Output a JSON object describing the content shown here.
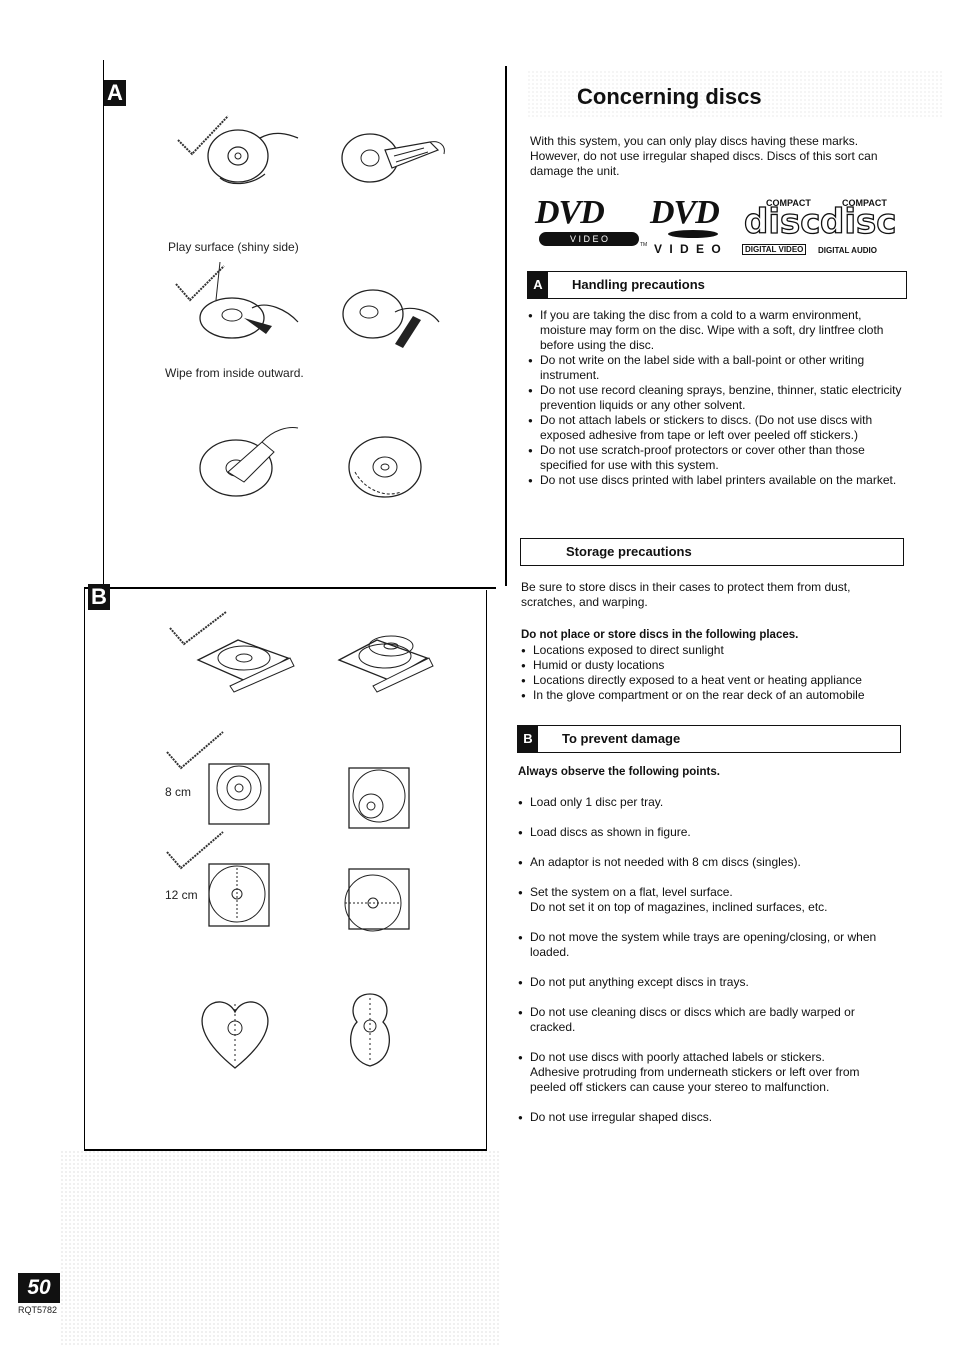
{
  "title": "Concerning discs",
  "intro": "With this system, you can only play discs having these marks. However, do not use irregular shaped discs. Discs of this sort can damage the unit.",
  "logos": {
    "dvd1": "DVD",
    "dvd1_sub": "V I D E O",
    "dvd2": "DVD",
    "dvd2_sub": "V I D E O",
    "cd1_top": "COMPACT",
    "cd1_word": "disc",
    "cd1_bottom": "DIGITAL VIDEO",
    "cd2_top": "COMPACT",
    "cd2_word": "disc",
    "cd2_bottom": "DIGITAL AUDIO",
    "tm": "TM"
  },
  "section_a": {
    "tag": "A",
    "heading": "Handling precautions",
    "items": [
      "If you are taking the disc from a cold to a warm environment, moisture may form on the disc. Wipe with a soft, dry lintfree cloth before using the disc.",
      "Do not write on the label side with a ball-point or other writing instrument.",
      "Do not use record cleaning sprays, benzine, thinner, static electricity prevention liquids or any other solvent.",
      "Do not attach labels or stickers to discs. (Do not use discs with exposed adhesive from tape or left over peeled off stickers.)",
      "Do not use scratch-proof protectors or cover other than those specified for use with this system.",
      "Do not use discs printed with label printers available on the market."
    ]
  },
  "storage": {
    "heading": "Storage precautions",
    "text": "Be sure to store discs in their cases to protect them from dust, scratches, and warping.",
    "subhead": "Do not place or store discs in the following places.",
    "items": [
      "Locations exposed to direct sunlight",
      "Humid or dusty locations",
      "Locations directly exposed to a heat vent or heating appliance",
      "In the glove compartment or on the rear deck of an automobile"
    ]
  },
  "section_b": {
    "tag": "B",
    "heading": "To prevent damage",
    "subhead": "Always observe the following points.",
    "items": [
      "Load only 1 disc per tray.",
      "Load discs as shown in figure.",
      "An adaptor is not needed with 8 cm discs (singles).",
      "Set the system on a flat, level surface.\nDo not set it on top of magazines, inclined surfaces, etc.",
      "Do not move the system while trays are opening/closing, or when loaded.",
      "Do not put anything except discs in trays.",
      "Do not use cleaning discs or discs which are badly warped or cracked.",
      "Do not use discs with poorly attached labels or stickers.\nAdhesive protruding from underneath stickers or left over from peeled off stickers can cause your stereo to malfunction.",
      "Do not use irregular shaped discs."
    ]
  },
  "figure_a": {
    "tag": "A",
    "caption_1": "Play surface (shiny side)",
    "caption_2": "Wipe from inside outward."
  },
  "figure_b": {
    "tag": "B",
    "label_8cm": "8 cm",
    "label_12cm": "12 cm"
  },
  "page_number": "50",
  "model_code": "RQT5782"
}
